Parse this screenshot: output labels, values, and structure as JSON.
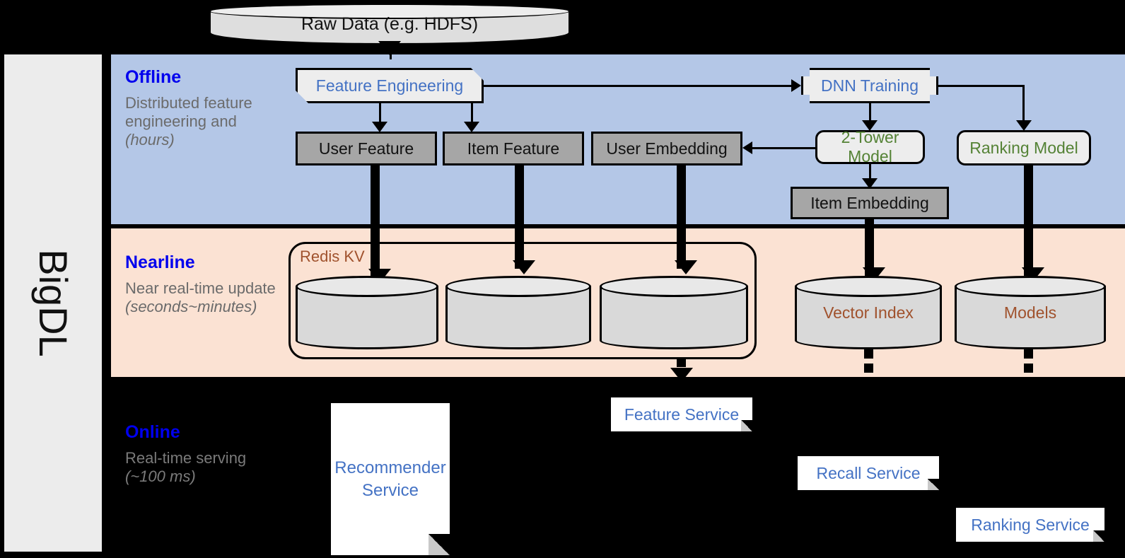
{
  "rail": {
    "label": "BigDL"
  },
  "bands": {
    "offline": {
      "title": "Offline",
      "subtitle": "Distributed feature engineering and ",
      "subtitle_em": "(hours)",
      "color": "#b4c7e7"
    },
    "nearline": {
      "title": "Nearline",
      "subtitle": "Near real-time update ",
      "subtitle_em": "(seconds~minutes)",
      "color": "#fbe2d3"
    },
    "online": {
      "title": "Online",
      "subtitle": "Real-time serving ",
      "subtitle_em": "(~100 ms)",
      "color": "#000000"
    }
  },
  "source": {
    "label": "Raw Data (e.g. HDFS)"
  },
  "offline": {
    "feature_engineering": "Feature Engineering",
    "dnn_training": "DNN Training",
    "user_feature": "User Feature",
    "item_feature": "Item Feature",
    "user_embedding": "User Embedding",
    "two_tower_model": "2-Tower Model",
    "ranking_model": "Ranking Model",
    "item_embedding": "Item Embedding"
  },
  "nearline": {
    "redis_label": "Redis KV",
    "store_1": "",
    "store_2": "",
    "store_3": "",
    "vector_index": "Vector Index",
    "models": "Models"
  },
  "online": {
    "recommender_service": "Recommender Service",
    "feature_service": "Feature Service",
    "recall_service": "Recall Service",
    "ranking_service": "Ranking Service"
  },
  "colors": {
    "offline_band": "#b4c7e7",
    "nearline_band": "#fbe2d3",
    "online_band": "#000000",
    "heading_blue": "#0000ee",
    "process_blue": "#4472c4",
    "model_green": "#548235",
    "store_brown": "#a0522d",
    "data_grey": "#a6a6a6",
    "rail_grey": "#ececec"
  }
}
